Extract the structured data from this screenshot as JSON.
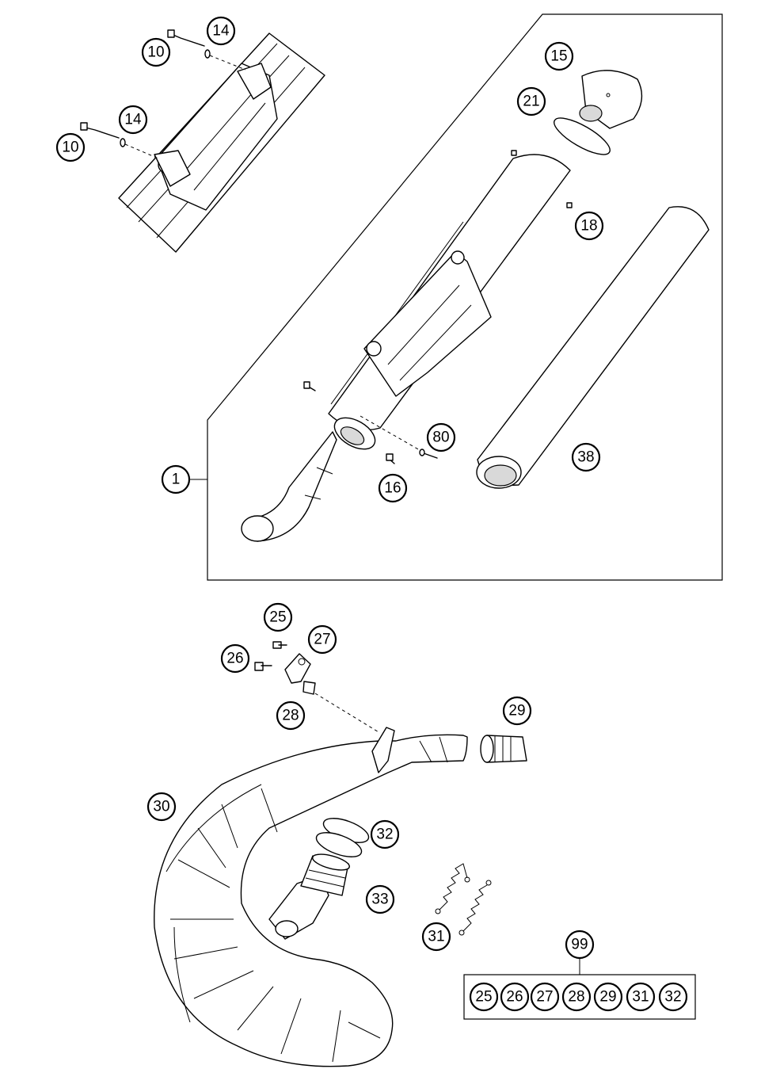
{
  "callouts": {
    "c10a": "10",
    "c14a": "14",
    "c10b": "10",
    "c14b": "14",
    "c15": "15",
    "c21": "21",
    "c18": "18",
    "c1": "1",
    "c80": "80",
    "c16": "16",
    "c38": "38",
    "c25": "25",
    "c27": "27",
    "c26": "26",
    "c28": "28",
    "c29": "29",
    "c30": "30",
    "c32": "32",
    "c33": "33",
    "c31": "31",
    "c99": "99"
  },
  "kit99": [
    "25",
    "26",
    "27",
    "28",
    "29",
    "31",
    "32"
  ],
  "colors": {
    "line": "#000000",
    "fill": "#ffffff",
    "shade": "#d9d9d9"
  }
}
